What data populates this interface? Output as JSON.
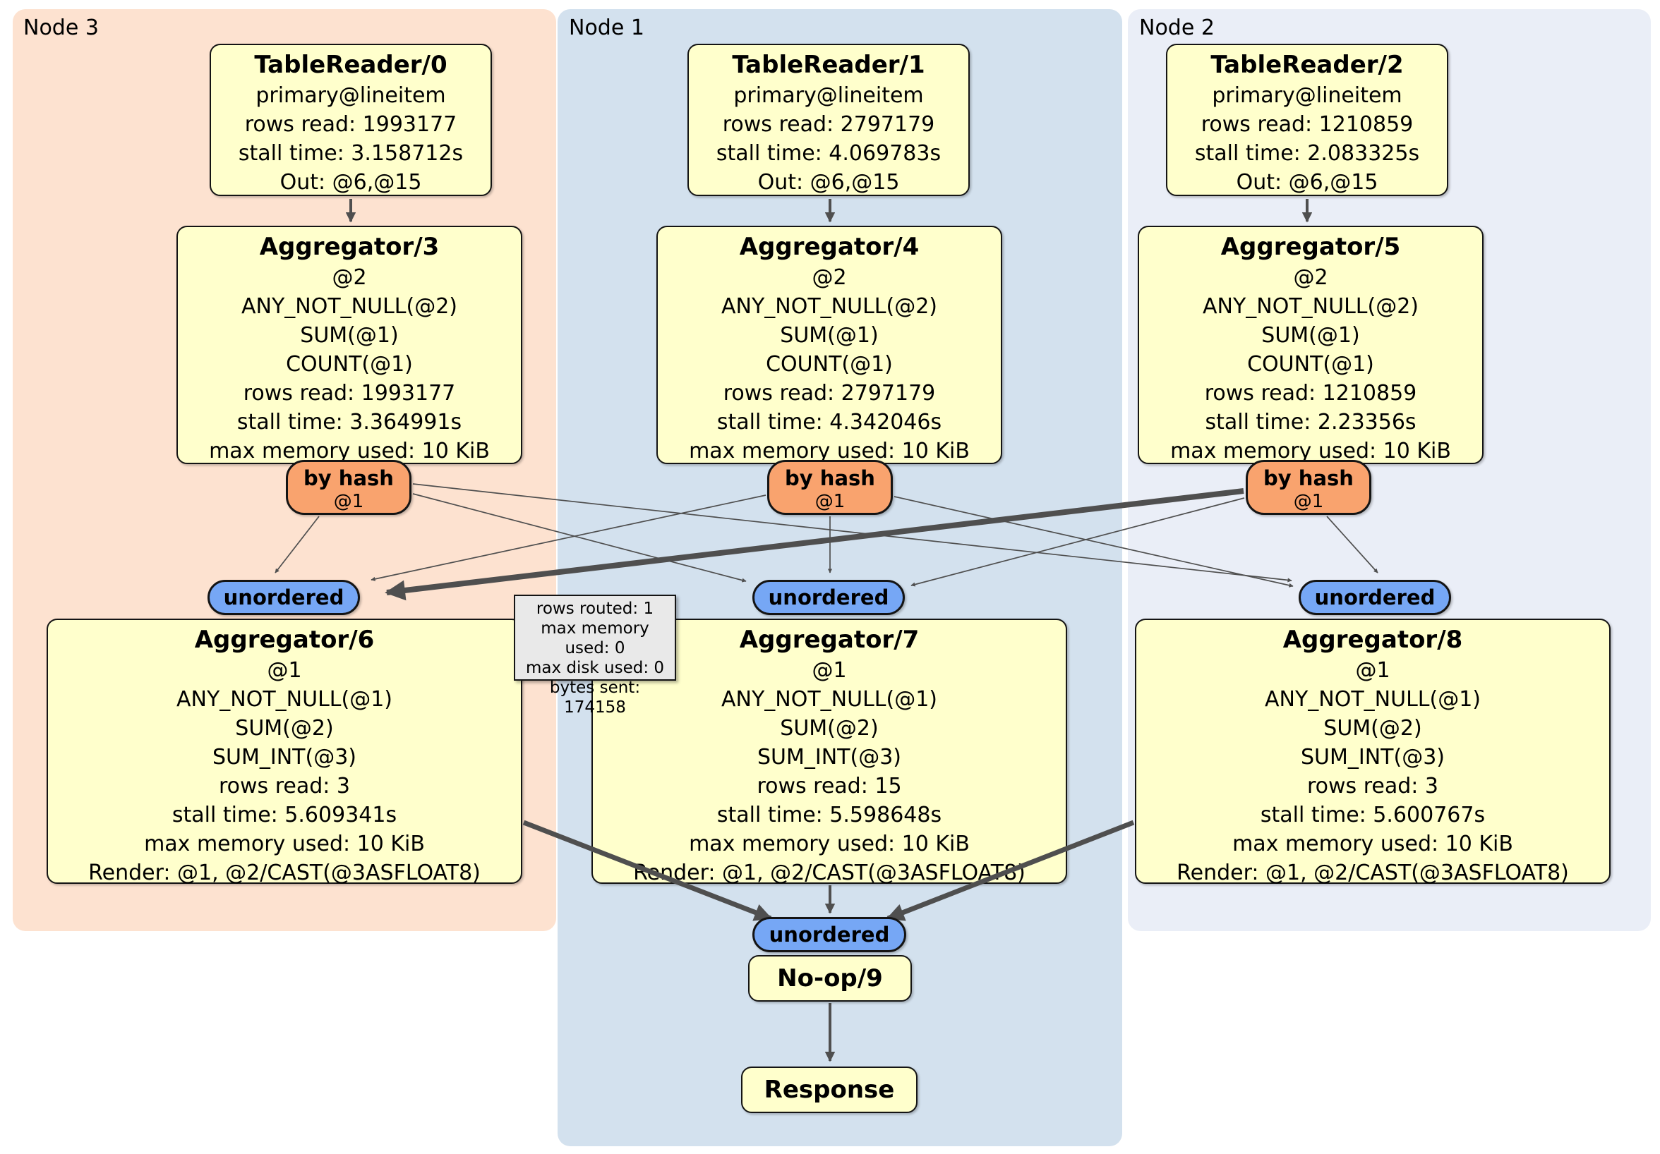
{
  "panels": [
    {
      "label": "Node 3"
    },
    {
      "label": "Node 1"
    },
    {
      "label": "Node 2"
    }
  ],
  "boxes": {
    "tr0": {
      "title": "TableReader/0",
      "lines": [
        "primary@lineitem",
        "rows read: 1993177",
        "stall time: 3.158712s",
        "Out: @6,@15"
      ]
    },
    "tr1": {
      "title": "TableReader/1",
      "lines": [
        "primary@lineitem",
        "rows read: 2797179",
        "stall time: 4.069783s",
        "Out: @6,@15"
      ]
    },
    "tr2": {
      "title": "TableReader/2",
      "lines": [
        "primary@lineitem",
        "rows read: 1210859",
        "stall time: 2.083325s",
        "Out: @6,@15"
      ]
    },
    "agg3": {
      "title": "Aggregator/3",
      "lines": [
        "@2",
        "ANY_NOT_NULL(@2)",
        "SUM(@1)",
        "COUNT(@1)",
        "rows read: 1993177",
        "stall time: 3.364991s",
        "max memory used: 10 KiB"
      ]
    },
    "agg4": {
      "title": "Aggregator/4",
      "lines": [
        "@2",
        "ANY_NOT_NULL(@2)",
        "SUM(@1)",
        "COUNT(@1)",
        "rows read: 2797179",
        "stall time: 4.342046s",
        "max memory used: 10 KiB"
      ]
    },
    "agg5": {
      "title": "Aggregator/5",
      "lines": [
        "@2",
        "ANY_NOT_NULL(@2)",
        "SUM(@1)",
        "COUNT(@1)",
        "rows read: 1210859",
        "stall time: 2.23356s",
        "max memory used: 10 KiB"
      ]
    },
    "agg6": {
      "title": "Aggregator/6",
      "lines": [
        "@1",
        "ANY_NOT_NULL(@1)",
        "SUM(@2)",
        "SUM_INT(@3)",
        "rows read: 3",
        "stall time: 5.609341s",
        "max memory used: 10 KiB",
        "Render: @1, @2/CAST(@3ASFLOAT8)"
      ]
    },
    "agg7": {
      "title": "Aggregator/7",
      "lines": [
        "@1",
        "ANY_NOT_NULL(@1)",
        "SUM(@2)",
        "SUM_INT(@3)",
        "rows read: 15",
        "stall time: 5.598648s",
        "max memory used: 10 KiB",
        "Render: @1, @2/CAST(@3ASFLOAT8)"
      ]
    },
    "agg8": {
      "title": "Aggregator/8",
      "lines": [
        "@1",
        "ANY_NOT_NULL(@1)",
        "SUM(@2)",
        "SUM_INT(@3)",
        "rows read: 3",
        "stall time: 5.600767s",
        "max memory used: 10 KiB",
        "Render: @1, @2/CAST(@3ASFLOAT8)"
      ]
    },
    "noop": {
      "title": "No-op/9"
    },
    "response": {
      "title": "Response"
    }
  },
  "routers": {
    "label": "by hash",
    "sub": "@1"
  },
  "sync_label": "unordered",
  "tooltip": {
    "lines": [
      "rows routed: 1",
      "max memory used: 0",
      "max disk used: 0",
      "bytes sent: 174158"
    ]
  },
  "colors": {
    "panel_node3": "#fde2d0",
    "panel_node1": "#d3e1ee",
    "panel_node2": "#eaeef7",
    "box_fill": "#ffffcc",
    "router_fill": "#f9a36e",
    "sync_fill": "#76a7f5",
    "tooltip_fill": "#e9e9e9",
    "edge": "#4f4f4f"
  }
}
